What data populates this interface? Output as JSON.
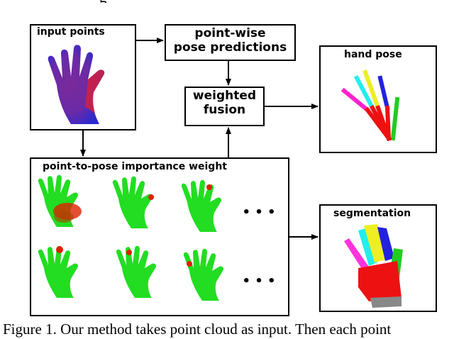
{
  "boxes": {
    "input_points": "input points",
    "pose_predictions_line1": "point-wise",
    "pose_predictions_line2": "pose predictions",
    "weighted_fusion_line1": "weighted",
    "weighted_fusion_line2": "fusion",
    "hand_pose": "hand pose",
    "importance_weight": "point-to-pose importance weight",
    "segmentation": "segmentation"
  },
  "ellipsis": "• • •",
  "caption": "Figure 1. Our method takes point cloud as input. Then each point",
  "top_fragment": "g",
  "colors": {
    "arrow": "#000000",
    "green_cloud": "#22dd22",
    "red_highlight": "#dd2200",
    "purple": "#7a2a9a",
    "blue": "#2a2ad0"
  }
}
